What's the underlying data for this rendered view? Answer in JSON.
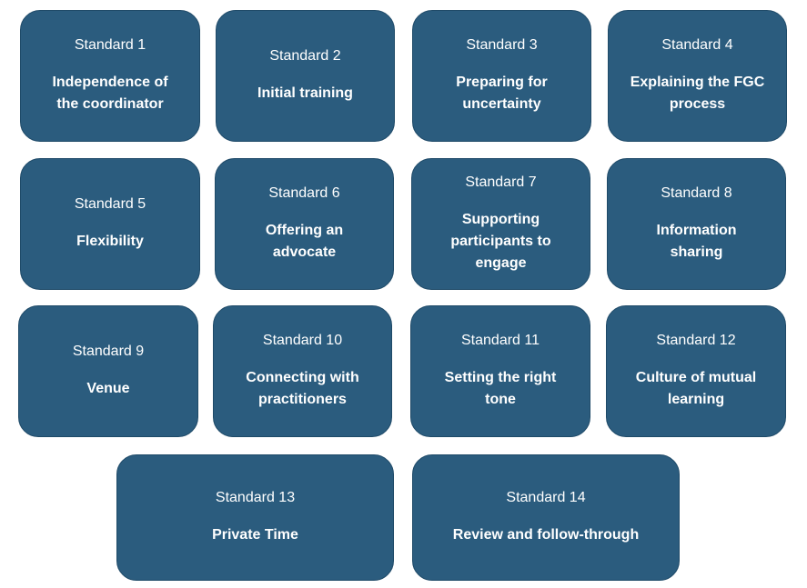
{
  "colors": {
    "card_background": "#2b5c7e",
    "text": "#ffffff"
  },
  "standards": [
    {
      "number": "Standard 1",
      "title": "Independence of the coordinator"
    },
    {
      "number": "Standard 2",
      "title": "Initial training"
    },
    {
      "number": "Standard 3",
      "title": "Preparing for uncertainty"
    },
    {
      "number": "Standard 4",
      "title": "Explaining the FGC process"
    },
    {
      "number": "Standard 5",
      "title": "Flexibility"
    },
    {
      "number": "Standard 6",
      "title": "Offering an advocate"
    },
    {
      "number": "Standard 7",
      "title": "Supporting participants to engage"
    },
    {
      "number": "Standard 8",
      "title": "Information sharing"
    },
    {
      "number": "Standard 9",
      "title": "Venue"
    },
    {
      "number": "Standard 10",
      "title": "Connecting with practitioners"
    },
    {
      "number": "Standard 11",
      "title": "Setting the right tone"
    },
    {
      "number": "Standard 12",
      "title": "Culture of mutual learning"
    },
    {
      "number": "Standard 13",
      "title": "Private Time"
    },
    {
      "number": "Standard 14",
      "title": "Review and follow-through"
    }
  ]
}
